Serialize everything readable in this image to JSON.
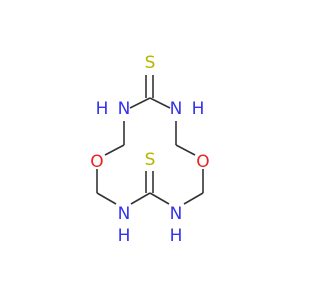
{
  "colors": {
    "background": "#ffffff",
    "bond": "#333333",
    "sulfur": "#b5b500",
    "nitrogen": "#3333ee",
    "oxygen": "#ee2222"
  },
  "atoms": {
    "s_top": "S",
    "n_top_left": "N",
    "h_top_left": "H",
    "n_top_right": "N",
    "h_top_right": "H",
    "o_left": "O",
    "o_right": "O",
    "s_bottom": "S",
    "n_bottom_left": "N",
    "h_bottom_left": "H",
    "n_bottom_right": "N",
    "h_bottom_right": "H"
  }
}
